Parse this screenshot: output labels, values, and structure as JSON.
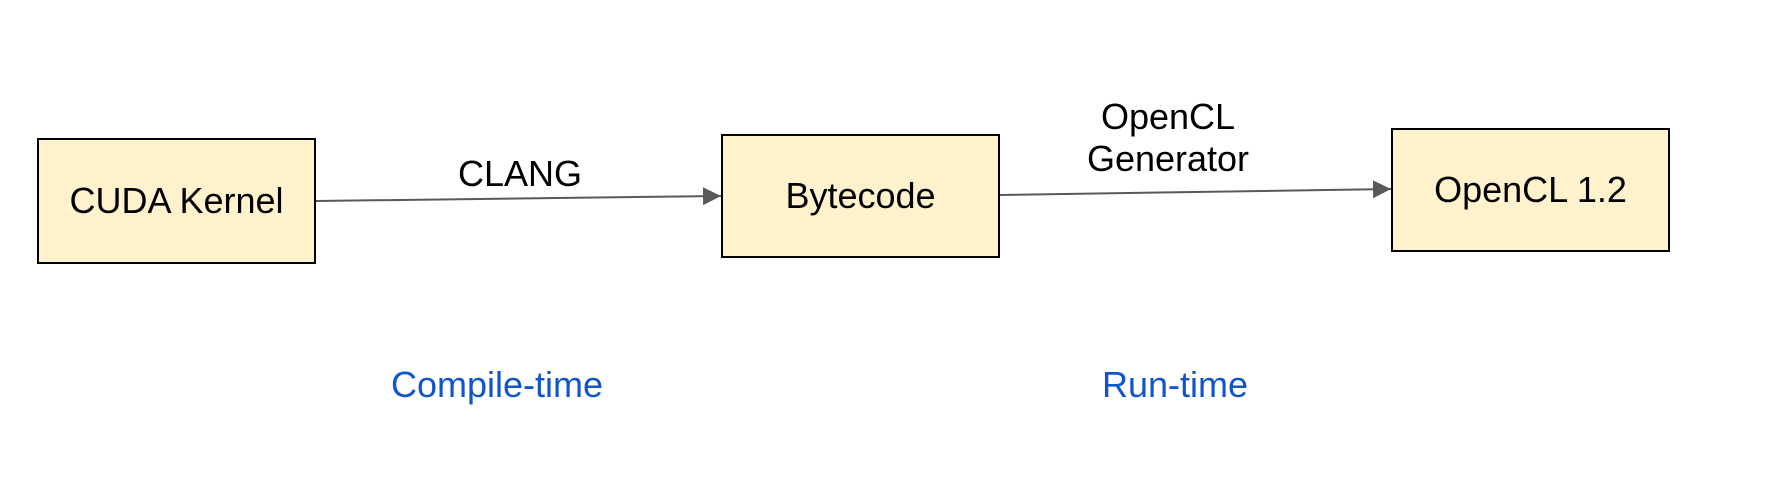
{
  "nodes": {
    "cuda": "CUDA Kernel",
    "bytecode": "Bytecode",
    "opencl": "OpenCL 1.2"
  },
  "edges": {
    "clang": "CLANG",
    "generator_line1": "OpenCL",
    "generator_line2": "Generator"
  },
  "phases": {
    "compile": "Compile-time",
    "run": "Run-time"
  },
  "colors": {
    "node_fill": "#fff2cc",
    "node_border": "#000000",
    "arrow": "#595959",
    "phase_text": "#1155cc"
  }
}
